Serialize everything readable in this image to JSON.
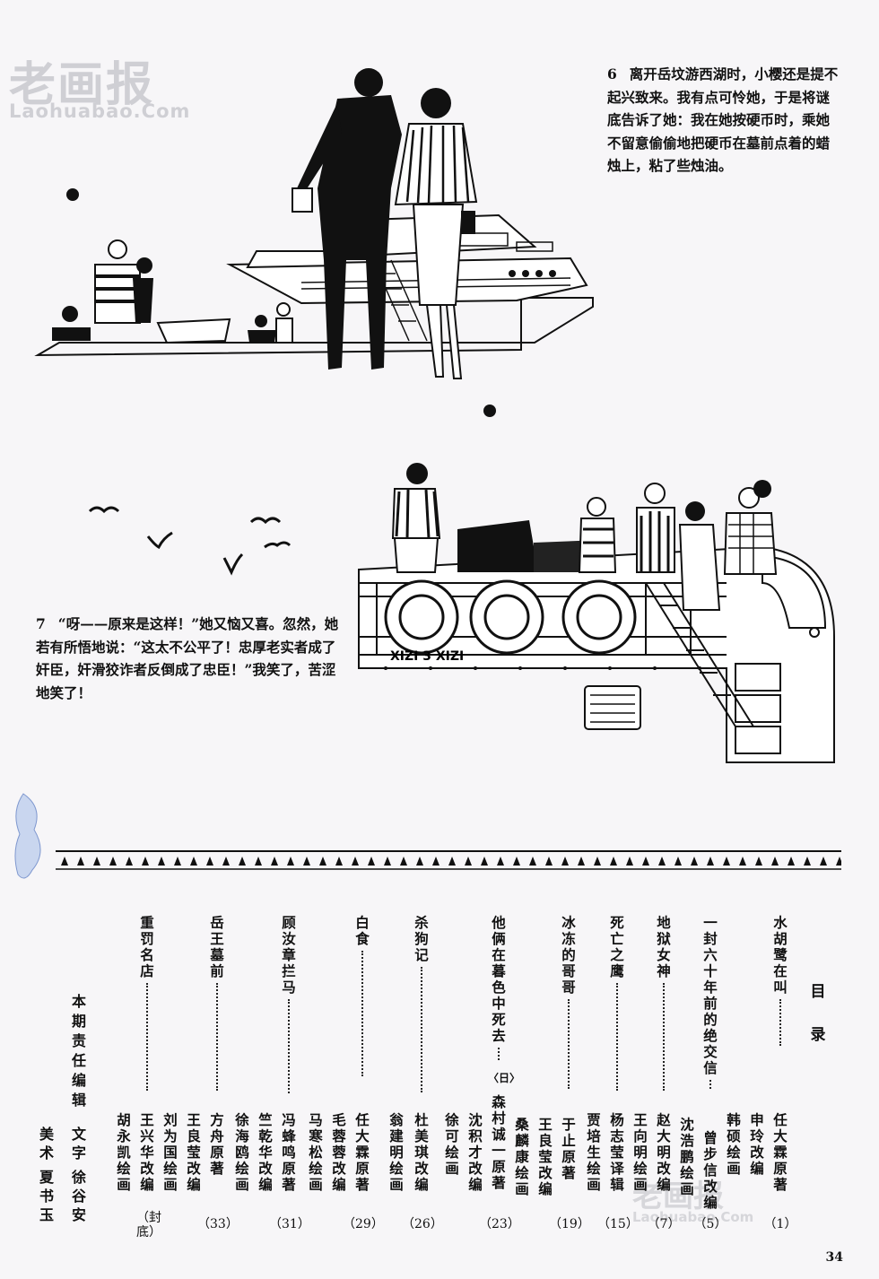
{
  "watermark": {
    "logo": "老画报",
    "url": "Laohuabao.Com"
  },
  "captions": {
    "p6": {
      "num": "6",
      "text": "离开岳坟游西湖时，小樱还是提不起兴致来。我有点可怜她，于是将谜底告诉了她：我在她按硬币时，乘她不留意偷偷地把硬币在墓前点着的蜡烛上，粘了些烛油。"
    },
    "p7": {
      "num": "7",
      "text": "“呀——原来是这样！”她又恼又喜。忽然，她若有所悟地说：“这太不公平了！忠厚老实者成了奸臣，奸滑狡诈者反倒成了忠臣！”我笑了，苦涩地笑了！"
    }
  },
  "lifebuoy_label": "XIZI 3 XIZI",
  "toc": {
    "heading_1": "目",
    "heading_2": "录",
    "entries": [
      {
        "title": "水胡鹭在叫",
        "credit1": "任大霖原著",
        "credit2": "申　玲改编",
        "credit3": "韩　硕绘画",
        "page": "（1）"
      },
      {
        "title": "一封六十年前的绝交信",
        "credit1": "曾步信改编",
        "credit2": "沈浩鹏绘画",
        "page": "（5）"
      },
      {
        "title": "地狱女神",
        "credit1": "赵大明改编",
        "credit2": "王向明绘画",
        "page": "（7）"
      },
      {
        "title": "死亡之鹰",
        "credit1": "杨志莹译辑",
        "credit2": "贾培生绘画",
        "page": "（15）"
      },
      {
        "title": "冰冻的哥哥",
        "credit1": "于　止原著",
        "credit2": "王良莹改编",
        "credit3": "桑麟康绘画",
        "page": "（19）"
      },
      {
        "title": "他俩在暮色中死去",
        "note": "〈日〉",
        "credit1": "森村诚一原著",
        "credit2": "沈积才改编",
        "credit3": "徐　可绘画",
        "page": "（23）"
      },
      {
        "title": "杀狗记",
        "credit1": "杜美琪改编",
        "credit2": "翁建明绘画",
        "page": "（26）"
      },
      {
        "title": "白　食",
        "credit1": "任大霖原著",
        "credit2": "毛蓉蓉改编",
        "credit3": "马寒松绘画",
        "page": "（29）"
      },
      {
        "title": "顾汝章拦马",
        "credit1": "冯蜂鸣原著",
        "credit2": "竺乾华改编",
        "credit3": "徐海鸥绘画",
        "page": "（31）"
      },
      {
        "title": "岳王墓前",
        "credit1": "方　舟原著",
        "credit2": "王良莹改编",
        "credit3": "刘为国绘画",
        "page": "（33）"
      },
      {
        "title": "重罚名店",
        "credit1": "王兴华改编",
        "credit2": "胡永凯绘画",
        "page": "（封底）"
      }
    ]
  },
  "editor": {
    "label": "本期责任编辑",
    "text_label": "文字",
    "text_name": "徐谷安",
    "art_label": "美术",
    "art_name": "夏书玉"
  },
  "page_number": "34"
}
